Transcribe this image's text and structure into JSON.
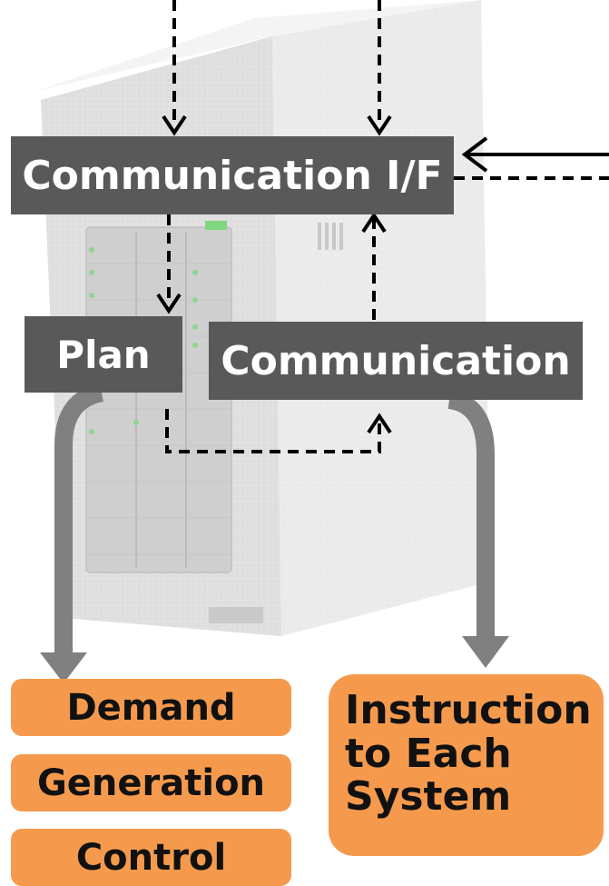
{
  "boxes": {
    "communication_if": "Communication I/F",
    "plan": "Plan",
    "communication": "Communication",
    "demand": "Demand",
    "generation": "Generation",
    "control": "Control",
    "instruction": "Instruction\nto Each\nSystem"
  },
  "colors": {
    "dark_box": "#595959",
    "orange_box": "#f59a4d",
    "arrow_gray": "#808080",
    "dashed_line": "#000000"
  },
  "background_icon": "server-rack-icon"
}
